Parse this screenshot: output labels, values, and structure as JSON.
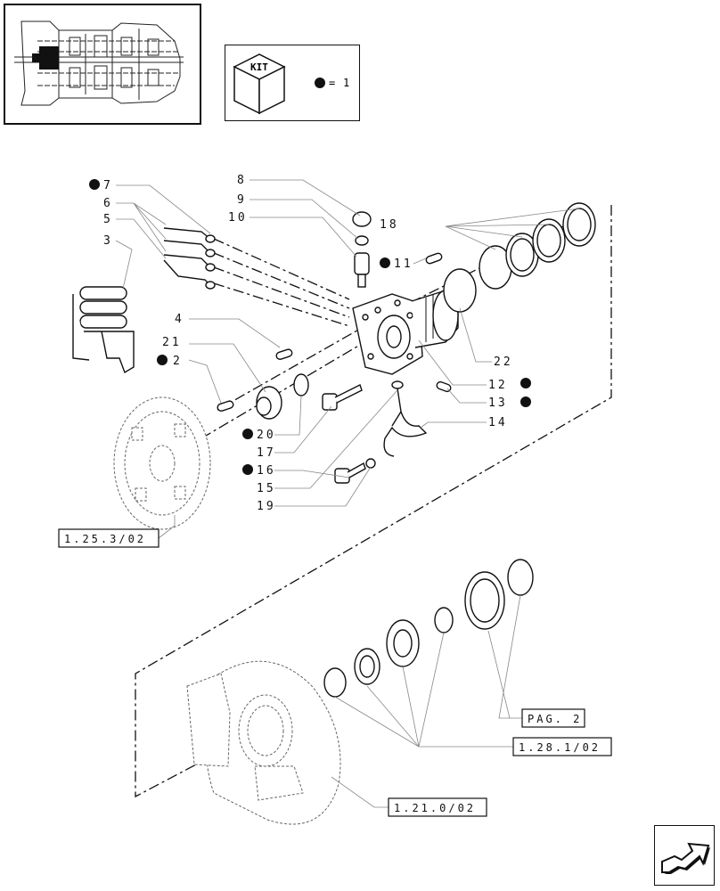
{
  "kit": {
    "label": "KIT",
    "equals": "=",
    "count": "1"
  },
  "callouts": [
    {
      "id": "c7",
      "num": "7",
      "bullet": true
    },
    {
      "id": "c6",
      "num": "6",
      "bullet": false
    },
    {
      "id": "c5",
      "num": "5",
      "bullet": false
    },
    {
      "id": "c3",
      "num": "3",
      "bullet": false
    },
    {
      "id": "c4",
      "num": "4",
      "bullet": false
    },
    {
      "id": "c21",
      "num": "21",
      "bullet": false
    },
    {
      "id": "c2",
      "num": "2",
      "bullet": true
    },
    {
      "id": "c8",
      "num": "8",
      "bullet": false
    },
    {
      "id": "c9",
      "num": "9",
      "bullet": false
    },
    {
      "id": "c10",
      "num": "10",
      "bullet": false
    },
    {
      "id": "c11",
      "num": "11",
      "bullet": true
    },
    {
      "id": "c18",
      "num": "18",
      "bullet": false
    },
    {
      "id": "c22",
      "num": "22",
      "bullet": false
    },
    {
      "id": "c12",
      "num": "12",
      "bullet": true
    },
    {
      "id": "c13",
      "num": "13",
      "bullet": true
    },
    {
      "id": "c14",
      "num": "14",
      "bullet": false
    },
    {
      "id": "c20",
      "num": "20",
      "bullet": true
    },
    {
      "id": "c17",
      "num": "17",
      "bullet": false
    },
    {
      "id": "c16",
      "num": "16",
      "bullet": true
    },
    {
      "id": "c15",
      "num": "15",
      "bullet": false
    },
    {
      "id": "c19",
      "num": "19",
      "bullet": false
    }
  ],
  "references": [
    {
      "id": "ref1",
      "text": "1.25.3/02"
    },
    {
      "id": "ref2",
      "text": "PAG. 2"
    },
    {
      "id": "ref3",
      "text": "1.28.1/02"
    },
    {
      "id": "ref4",
      "text": "1.21.0/02"
    }
  ],
  "colors": {
    "ink": "#111111",
    "leader": "#888888",
    "background": "#ffffff"
  },
  "icons": [
    "transmission-thumbnail-icon",
    "kit-cube-icon",
    "next-page-arrow-icon"
  ]
}
